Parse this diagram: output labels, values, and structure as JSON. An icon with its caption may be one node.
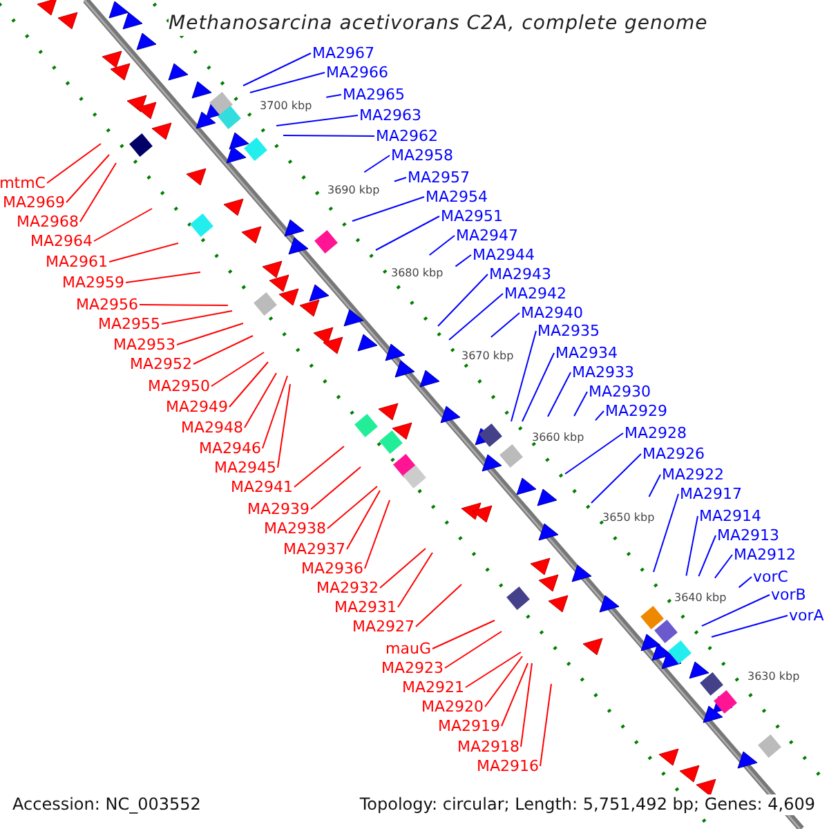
{
  "diagram": {
    "title": "Methanosarcina acetivorans C2A, complete genome",
    "nodes": [
      {
        "text": [
          "MA2967"
        ]
      },
      {
        "text": [
          "MA2966"
        ]
      },
      {
        "text": [
          "MA2965"
        ]
      },
      {
        "text": [
          "MA2963"
        ]
      },
      {
        "text": [
          "MA2962"
        ]
      },
      {
        "text": [
          "MA2958"
        ]
      },
      {
        "text": [
          "MA2957"
        ]
      },
      {
        "text": [
          "MA2954"
        ]
      },
      {
        "text": [
          "MA2951"
        ]
      },
      {
        "text": [
          "MA2947"
        ]
      },
      {
        "text": [
          "MA2944"
        ]
      },
      {
        "text": [
          "MA2943"
        ]
      },
      {
        "text": [
          "MA2942"
        ]
      },
      {
        "text": [
          "MA2940"
        ]
      },
      {
        "text": [
          "MA2935"
        ]
      },
      {
        "text": [
          "MA2934"
        ]
      },
      {
        "text": [
          "MA2933"
        ]
      },
      {
        "text": [
          "MA2930"
        ]
      },
      {
        "text": [
          "MA2929"
        ]
      },
      {
        "text": [
          "MA2928"
        ]
      },
      {
        "text": [
          "MA2926"
        ]
      },
      {
        "text": [
          "MA2922"
        ]
      },
      {
        "text": [
          "MA2917"
        ]
      },
      {
        "text": [
          "MA2914"
        ]
      },
      {
        "text": [
          "MA2913"
        ]
      },
      {
        "text": [
          "MA2912"
        ]
      },
      {
        "text": [
          "vorC"
        ]
      },
      {
        "text": [
          "vorB"
        ]
      },
      {
        "text": [
          "vorA"
        ]
      },
      {
        "text": [
          "mtmC"
        ]
      },
      {
        "text": [
          "MA2969"
        ]
      },
      {
        "text": [
          "MA2968"
        ]
      },
      {
        "text": [
          "MA2964"
        ]
      },
      {
        "text": [
          "MA2961"
        ]
      },
      {
        "text": [
          "MA2959"
        ]
      },
      {
        "text": [
          "MA2956"
        ]
      },
      {
        "text": [
          "MA2955"
        ]
      },
      {
        "text": [
          "MA2953"
        ]
      },
      {
        "text": [
          "MA2952"
        ]
      },
      {
        "text": [
          "MA2950"
        ]
      },
      {
        "text": [
          "MA2949"
        ]
      },
      {
        "text": [
          "MA2948"
        ]
      },
      {
        "text": [
          "MA2946"
        ]
      },
      {
        "text": [
          "MA2945"
        ]
      },
      {
        "text": [
          "MA2941"
        ]
      },
      {
        "text": [
          "MA2939"
        ]
      },
      {
        "text": [
          "MA2938"
        ]
      },
      {
        "text": [
          "MA2937"
        ]
      },
      {
        "text": [
          "MA2936"
        ]
      },
      {
        "text": [
          "MA2932"
        ]
      },
      {
        "text": [
          "MA2931"
        ]
      },
      {
        "text": [
          "MA2927"
        ]
      },
      {
        "text": [
          "mauG"
        ]
      },
      {
        "text": [
          "MA2923"
        ]
      },
      {
        "text": [
          "MA2921"
        ]
      },
      {
        "text": [
          "MA2920"
        ]
      },
      {
        "text": [
          "MA2919"
        ]
      },
      {
        "text": [
          "MA2918"
        ]
      },
      {
        "text": [
          "MA2916"
        ]
      }
    ],
    "edges": [
      {
        "from": 0,
        "to": null,
        "arrow": "none",
        "color": "#0000ff"
      },
      {
        "from": 1,
        "to": null,
        "arrow": "none",
        "color": "#0000ff"
      },
      {
        "from": 2,
        "to": null,
        "arrow": "none",
        "color": "#0000ff"
      },
      {
        "from": 3,
        "to": null,
        "arrow": "none",
        "color": "#0000ff"
      },
      {
        "from": 4,
        "to": null,
        "arrow": "none",
        "color": "#0000ff"
      },
      {
        "from": 5,
        "to": null,
        "arrow": "none",
        "color": "#0000ff"
      },
      {
        "from": 6,
        "to": null,
        "arrow": "none",
        "color": "#0000ff"
      },
      {
        "from": 7,
        "to": null,
        "arrow": "none",
        "color": "#0000ff"
      },
      {
        "from": 8,
        "to": null,
        "arrow": "none",
        "color": "#0000ff"
      },
      {
        "from": 9,
        "to": null,
        "arrow": "none",
        "color": "#0000ff"
      },
      {
        "from": 10,
        "to": null,
        "arrow": "none",
        "color": "#0000ff"
      },
      {
        "from": 11,
        "to": null,
        "arrow": "none",
        "color": "#0000ff"
      },
      {
        "from": 12,
        "to": null,
        "arrow": "none",
        "color": "#0000ff"
      },
      {
        "from": 13,
        "to": null,
        "arrow": "none",
        "color": "#0000ff"
      },
      {
        "from": 14,
        "to": null,
        "arrow": "none",
        "color": "#0000ff"
      },
      {
        "from": 15,
        "to": null,
        "arrow": "none",
        "color": "#0000ff"
      },
      {
        "from": 16,
        "to": null,
        "arrow": "none",
        "color": "#0000ff"
      },
      {
        "from": 17,
        "to": null,
        "arrow": "none",
        "color": "#0000ff"
      },
      {
        "from": 18,
        "to": null,
        "arrow": "none",
        "color": "#0000ff"
      },
      {
        "from": 19,
        "to": null,
        "arrow": "none",
        "color": "#0000ff"
      },
      {
        "from": 20,
        "to": null,
        "arrow": "none",
        "color": "#0000ff"
      },
      {
        "from": 21,
        "to": null,
        "arrow": "none",
        "color": "#0000ff"
      },
      {
        "from": 22,
        "to": null,
        "arrow": "none",
        "color": "#0000ff"
      },
      {
        "from": 23,
        "to": null,
        "arrow": "none",
        "color": "#0000ff"
      },
      {
        "from": 24,
        "to": null,
        "arrow": "none",
        "color": "#0000ff"
      },
      {
        "from": 25,
        "to": null,
        "arrow": "none",
        "color": "#0000ff"
      },
      {
        "from": 26,
        "to": null,
        "arrow": "none",
        "color": "#0000ff"
      },
      {
        "from": 27,
        "to": null,
        "arrow": "none",
        "color": "#0000ff"
      },
      {
        "from": 28,
        "to": null,
        "arrow": "none",
        "color": "#0000ff"
      },
      {
        "from": 29,
        "to": null,
        "arrow": "none"
      },
      {
        "from": 30,
        "to": null,
        "arrow": "none"
      },
      {
        "from": 31,
        "to": null,
        "arrow": "none"
      },
      {
        "from": 32,
        "to": null,
        "arrow": "none"
      },
      {
        "from": 33,
        "to": null,
        "arrow": "none"
      },
      {
        "from": 34,
        "to": null,
        "arrow": "none"
      },
      {
        "from": 35,
        "to": null,
        "arrow": "none"
      },
      {
        "from": 36,
        "to": null,
        "arrow": "none"
      },
      {
        "from": 37,
        "to": null,
        "arrow": "none"
      },
      {
        "from": 38,
        "to": null,
        "arrow": "none"
      },
      {
        "from": 39,
        "to": null,
        "arrow": "none"
      },
      {
        "from": 40,
        "to": null,
        "arrow": "none"
      },
      {
        "from": 41,
        "to": null,
        "arrow": "none"
      },
      {
        "from": 42,
        "to": null,
        "arrow": "none"
      },
      {
        "from": 43,
        "to": null,
        "arrow": "none"
      },
      {
        "from": 44,
        "to": null,
        "arrow": "none"
      },
      {
        "from": 45,
        "to": null,
        "arrow": "none"
      },
      {
        "from": 46,
        "to": null,
        "arrow": "none"
      },
      {
        "from": 47,
        "to": null,
        "arrow": "none"
      },
      {
        "from": 48,
        "to": null,
        "arrow": "none"
      },
      {
        "from": 49,
        "to": null,
        "arrow": "none"
      },
      {
        "from": 50,
        "to": null,
        "arrow": "none"
      },
      {
        "from": 51,
        "to": null,
        "arrow": "none"
      },
      {
        "from": 52,
        "to": null,
        "arrow": "none"
      },
      {
        "from": 53,
        "to": null,
        "arrow": "none"
      },
      {
        "from": 54,
        "to": null,
        "arrow": "none"
      },
      {
        "from": 55,
        "to": null,
        "arrow": "none"
      },
      {
        "from": 56,
        "to": null,
        "arrow": "none"
      },
      {
        "from": 57,
        "to": null,
        "arrow": "none"
      },
      {
        "from": 58,
        "to": null,
        "arrow": "none"
      }
    ],
    "labels": [
      "3700 kbp",
      "3690 kbp",
      "3680 kbp",
      "3670 kbp",
      "3660 kbp",
      "3650 kbp",
      "3640 kbp",
      "3630 kbp",
      "Accession: NC_003552",
      "Topology: circular; Length: 5,751,492 bp; Genes: 4,609"
    ]
  }
}
